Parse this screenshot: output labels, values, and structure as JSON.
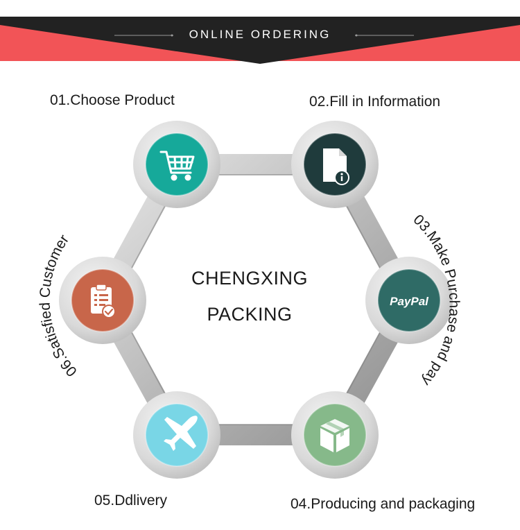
{
  "header": {
    "title": "ONLINE ORDERING"
  },
  "center": {
    "line1": "CHENGXING",
    "line2": "PACKING"
  },
  "steps": [
    {
      "label": "01.Choose Product",
      "icon": "shopping-cart-icon",
      "color": "#16a99a"
    },
    {
      "label": "02.Fill in Information",
      "icon": "document-info-icon",
      "color": "#1f3b3c"
    },
    {
      "label": "03.Make Purchase and pay",
      "icon": "paypal-icon",
      "icon_text": "PayPal",
      "color": "#2f6b66"
    },
    {
      "label": "04.Producing and packaging",
      "icon": "package-box-icon",
      "color": "#86b98a"
    },
    {
      "label": "05.Ddlivery",
      "icon": "airplane-icon",
      "color": "#79d6e6"
    },
    {
      "label": "06.Satisfied Customer",
      "icon": "clipboard-check-icon",
      "color": "#c8664a"
    }
  ],
  "colors": {
    "banner_red": "#f25457",
    "banner_dark": "#222222",
    "track_gray": "#9c9c9c"
  }
}
